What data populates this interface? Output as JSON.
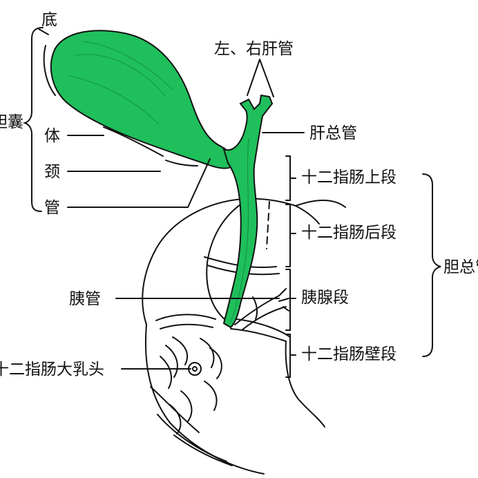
{
  "labels": {
    "fundus": "底",
    "gallbladder": "胆囊",
    "body": "体",
    "neck": "颈",
    "duct": "管",
    "hepatic_lr": "左、右肝管",
    "common_hepatic": "肝总管",
    "supraduodenal": "十二指肠上段",
    "retroduodenal": "十二指肠后段",
    "common_bile": "胆总管",
    "pancreatic_duct": "胰管",
    "pancreatic_segment": "胰腺段",
    "papilla": "十二指肠大乳头",
    "intramural": "十二指肠壁段"
  },
  "colors": {
    "bile_green": "#1fbf5b",
    "ink": "#111111"
  }
}
